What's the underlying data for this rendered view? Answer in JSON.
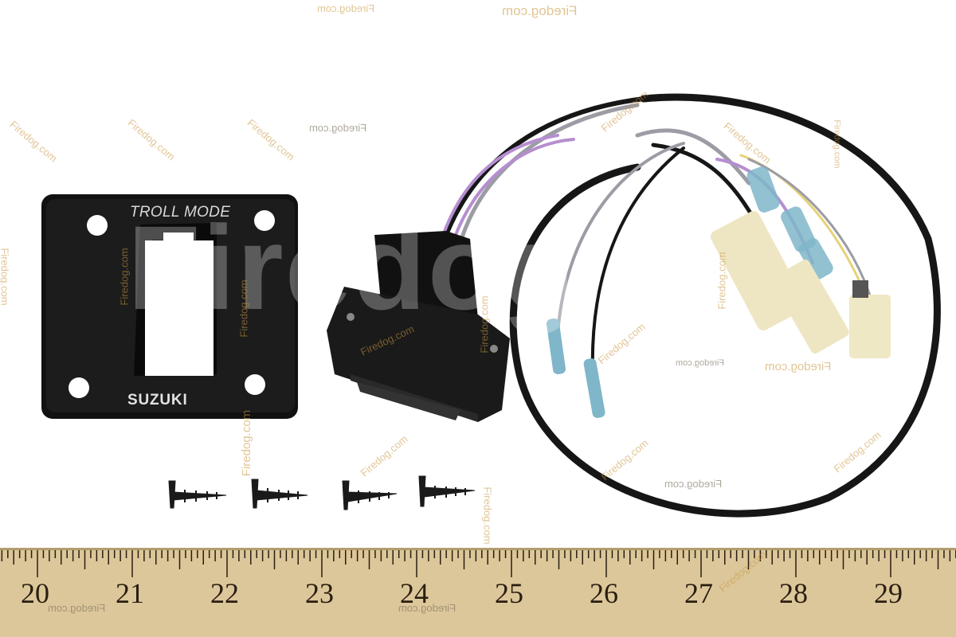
{
  "plate": {
    "title": "TROLL MODE",
    "brand": "SUZUKI"
  },
  "watermark": {
    "big": "Firedog",
    "small": "Firedog.com"
  },
  "ruler": {
    "labels": [
      "20",
      "21",
      "22",
      "23",
      "24",
      "25",
      "26",
      "27",
      "28",
      "29"
    ]
  },
  "colors": {
    "background": "#ffffff",
    "plate": "#111111",
    "ruler_wood": "#dcc79b",
    "wire_black": "#161616",
    "wire_grey": "#9c9ca4",
    "wire_purple": "#b58ed0",
    "connector_cream": "#eee6c2",
    "terminal_blue": "#7fb6c9"
  }
}
